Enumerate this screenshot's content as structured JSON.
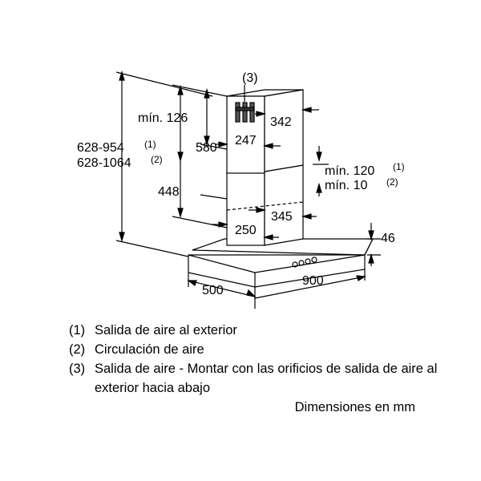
{
  "diagram": {
    "dimensions": {
      "height_outlet": "628-954",
      "height_outlet_note": "(1)",
      "height_recirc": "628-1064",
      "height_recirc_note": "(2)",
      "min_top": "mín. 126",
      "chimney_upper": "580",
      "chimney_lower": "448",
      "chimney_depth_upper": "247",
      "chimney_width_upper": "342",
      "chimney_width_lower": "345",
      "chimney_depth_lower": "250",
      "min_gap_outlet": "mín. 120",
      "min_gap_outlet_note": "(1)",
      "min_gap_recirc": "mín. 10",
      "min_gap_recirc_note": "(2)",
      "hood_height": "46",
      "hood_depth": "500",
      "hood_width": "900",
      "outlet_callout": "(3)"
    }
  },
  "legend": {
    "items": [
      {
        "number": "(1)",
        "text": "Salida de aire al exterior"
      },
      {
        "number": "(2)",
        "text": "Circulación de aire"
      },
      {
        "number": "(3)",
        "text": "Salida de aire - Montar con las orificios de salida de aire al exterior hacia abajo"
      }
    ],
    "units": "Dimensiones en mm"
  }
}
